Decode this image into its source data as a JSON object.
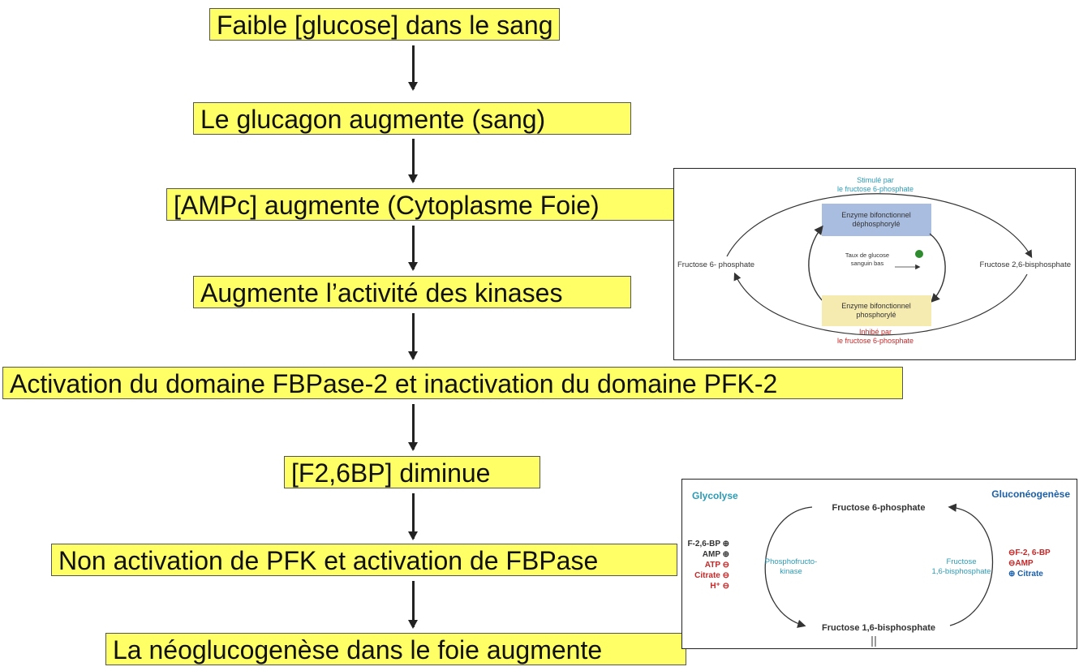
{
  "flow": {
    "steps": [
      "Faible [glucose] dans le sang",
      "Le glucagon augmente (sang)",
      "[AMPc] augmente (Cytoplasme Foie)",
      "Augmente l’activité des kinases",
      "Activation du domaine FBPase-2 et inactivation du domaine PFK-2",
      "[F2,6BP] diminue",
      "Non activation de PFK et activation de FBPase",
      "La néoglucogenèse dans le foie augmente"
    ]
  },
  "figure1": {
    "stimulated_line1": "Stimulé par",
    "stimulated_line2": "le fructose 6-phosphate",
    "enzyme_dephos_line1": "Enzyme bifonctionnel",
    "enzyme_dephos_line2": "déphosphorylé",
    "glucose_line1": "Taux de glucose",
    "glucose_line2": "sanguin bas",
    "enzyme_phos_line1": "Enzyme bifonctionnel",
    "enzyme_phos_line2": "phosphorylé",
    "left_label": "Fructose 6- phosphate",
    "right_label": "Fructose 2,6-bisphosphate",
    "inhibited_line1": "Inhibé par",
    "inhibited_line2": "le fructose 6-phosphate",
    "colors": {
      "dephos_box": "#a9bde0",
      "phos_box": "#f5eab0",
      "dot": "#2e8b2e"
    }
  },
  "figure2": {
    "glycolyse": "Glycolyse",
    "gluconeogenese": "Gluconéogenèse",
    "top_metabolite": "Fructose 6-phosphate",
    "bottom_metabolite": "Fructose 1,6-bisphosphate",
    "left_enzyme_line1": "Phosphofructo-",
    "left_enzyme_line2": "kinase",
    "right_enzyme_line1": "Fructose",
    "right_enzyme_line2": "1,6-bisphosphate",
    "left_effectors": [
      "F-2,6-BP ⊕",
      "AMP ⊕",
      "ATP ⊖",
      "Citrate ⊖",
      "H⁺ ⊖"
    ],
    "right_effectors": [
      "⊖F-2, 6-BP",
      "⊖AMP",
      "⊕ Citrate"
    ]
  }
}
